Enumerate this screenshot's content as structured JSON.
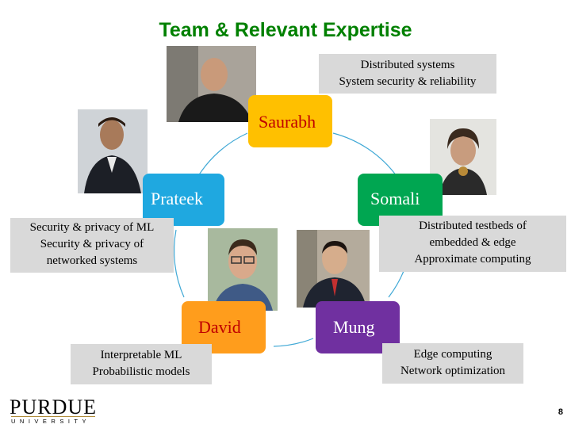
{
  "title": "Team & Relevant Expertise",
  "colors": {
    "title": "#008000",
    "saurabh": "#ffc000",
    "prateek": "#1fa8e0",
    "somali": "#00a651",
    "david": "#ff9d1c",
    "mung": "#7030a0",
    "cycle": "#41a9d6",
    "textbox": "#d9d9d9"
  },
  "members": {
    "saurabh": {
      "name": "Saurabh",
      "expertise": [
        "Distributed systems",
        "System security & reliability"
      ]
    },
    "prateek": {
      "name": "Prateek",
      "expertise": [
        "Security & privacy of ML",
        "Security & privacy of",
        "networked systems"
      ]
    },
    "somali": {
      "name": "Somali",
      "expertise": [
        "Distributed testbeds of",
        "embedded & edge",
        "Approximate computing"
      ]
    },
    "david": {
      "name": "David",
      "expertise": [
        "Interpretable ML",
        "Probabilistic models"
      ]
    },
    "mung": {
      "name": "Mung",
      "expertise": [
        "Edge computing",
        "Network optimization"
      ]
    }
  },
  "logo": {
    "main": "PURDUE",
    "sub": "UNIVERSITY"
  },
  "page_number": "8"
}
